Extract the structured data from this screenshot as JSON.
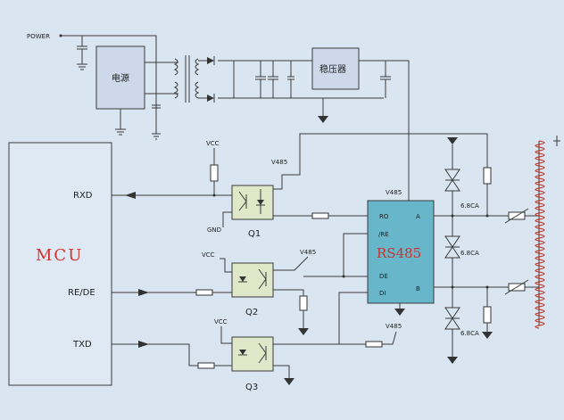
{
  "labels": {
    "power": "POWER",
    "psu": "电源",
    "regulator": "稳压器",
    "mcu": "MCU",
    "rxd": "RXD",
    "rede": "RE/DE",
    "txd": "TXD",
    "vcc": "VCC",
    "v485": "V485",
    "gnd": "GND",
    "q1": "Q1",
    "q2": "Q2",
    "q3": "Q3",
    "rs485": "RS485",
    "pin_ro": "RO",
    "pin_re": "/RE",
    "pin_de": "DE",
    "pin_di": "DI",
    "pin_a": "A",
    "pin_b": "B",
    "tvs": "6.8CA"
  },
  "colors": {
    "background": "#d9e6f2",
    "mcu_fill": "#dfe9f4",
    "box_fill": "#cdd9ea",
    "chip_fill": "#67b6c9",
    "opto_fill": "#dfe8c8",
    "mcu_text": "#d0312d",
    "coil": "#c0392b"
  }
}
